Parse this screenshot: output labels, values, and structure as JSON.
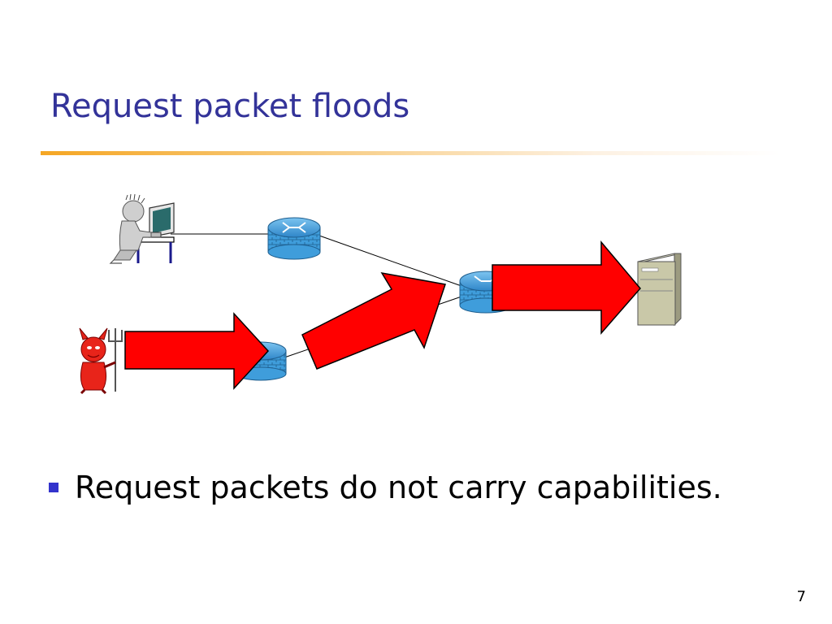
{
  "slide": {
    "title": "Request packet floods",
    "bullets": [
      "Request packets do not carry capabilities."
    ],
    "page_number": "7"
  },
  "diagram": {
    "nodes": [
      {
        "name": "user-at-computer-icon",
        "kind": "person"
      },
      {
        "name": "attacker-devil-icon",
        "kind": "attacker"
      },
      {
        "name": "router-top-icon",
        "kind": "router"
      },
      {
        "name": "router-bottom-icon",
        "kind": "router"
      },
      {
        "name": "router-center-icon",
        "kind": "router"
      },
      {
        "name": "server-tower-icon",
        "kind": "server"
      }
    ],
    "colors": {
      "flood_arrow": "#ff0000",
      "router": "#3f9ddb",
      "server": "#c9c8a8",
      "title": "#333399",
      "bullet": "#3333cc"
    }
  }
}
